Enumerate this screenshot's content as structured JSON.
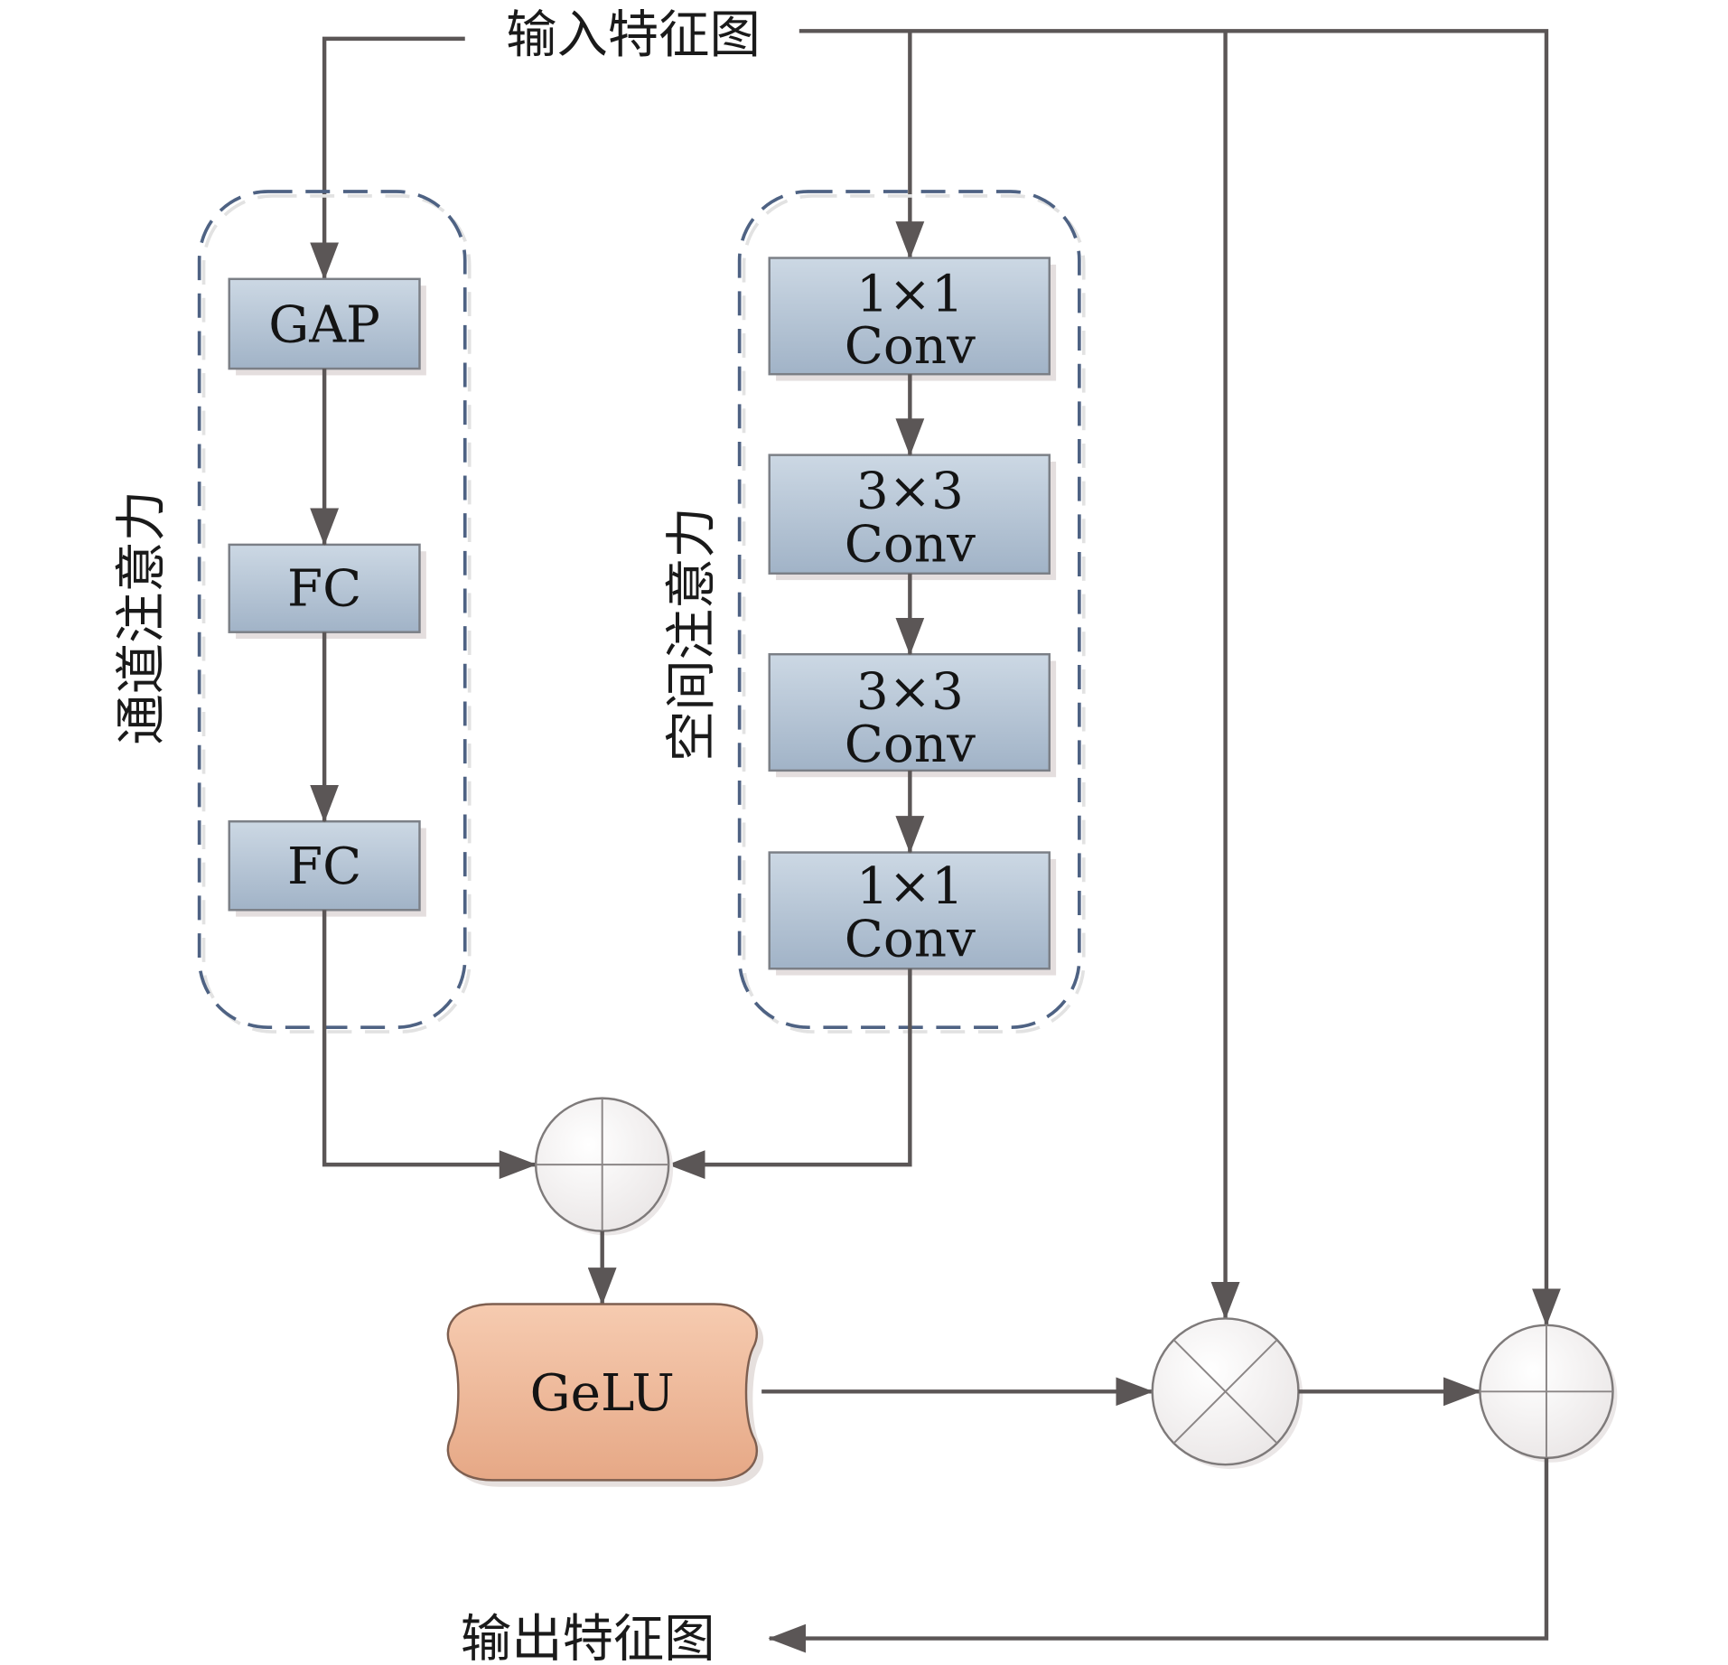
{
  "input_label": "输入特征图",
  "output_label": "输出特征图",
  "channel_attention": {
    "label": "通道注意力",
    "blocks": [
      "GAP",
      "FC",
      "FC"
    ]
  },
  "spatial_attention": {
    "label": "空间注意力",
    "blocks": [
      {
        "kernel": "1×1",
        "op": "Conv"
      },
      {
        "kernel": "3×3",
        "op": "Conv"
      },
      {
        "kernel": "3×3",
        "op": "Conv"
      },
      {
        "kernel": "1×1",
        "op": "Conv"
      }
    ]
  },
  "activation": "GeLU",
  "operators": [
    "add-icon",
    "multiply-icon",
    "add-icon"
  ],
  "colors": {
    "block_fill": "#a3b5c8",
    "activation_fill": "#e6a784",
    "frame_stroke": "#4e6283",
    "line": "#5b5656"
  }
}
